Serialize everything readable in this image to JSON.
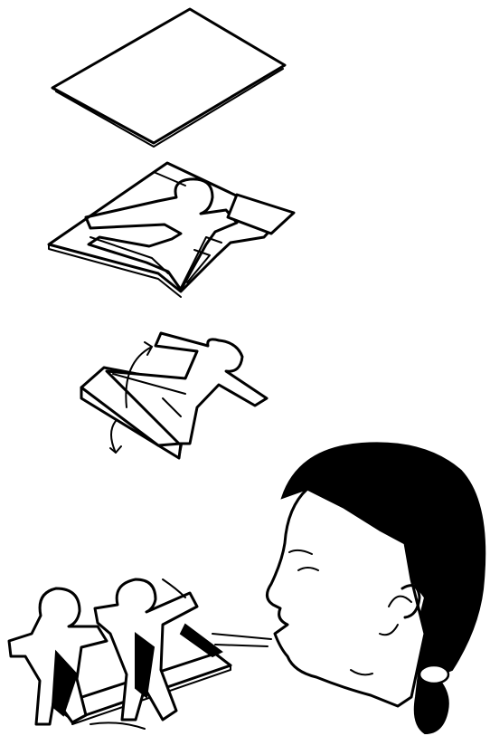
{
  "illustration": {
    "steps": [
      {
        "id": 1,
        "icon": "blank-paper-sheet"
      },
      {
        "id": 2,
        "icon": "paper-with-cut-figure"
      },
      {
        "id": 3,
        "icon": "folded-paper-figure-with-arrows"
      },
      {
        "id": 4,
        "icon": "woman-blowing-on-paper-figures"
      }
    ],
    "colors": {
      "ink": "#000000",
      "paper": "#ffffff"
    }
  }
}
